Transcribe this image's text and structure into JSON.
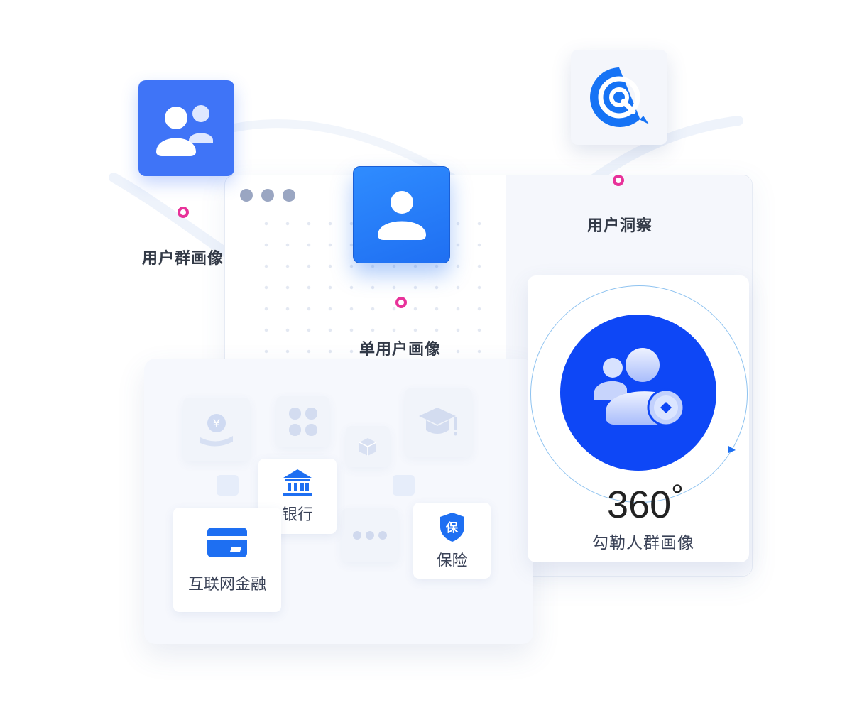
{
  "nodes": {
    "group_portrait": "用户群画像",
    "single_portrait": "单用户画像",
    "user_insight": "用户洞察"
  },
  "industries": {
    "bank": "银行",
    "internet_finance": "互联网金融",
    "insurance": "保险",
    "insurance_badge": "保"
  },
  "profile": {
    "value": "360",
    "degree_symbol": "°",
    "label": "勾勒人群画像"
  },
  "colors": {
    "primary_blue": "#3f74f7",
    "deep_blue": "#0e47f6",
    "accent_pink": "#e8329a"
  }
}
